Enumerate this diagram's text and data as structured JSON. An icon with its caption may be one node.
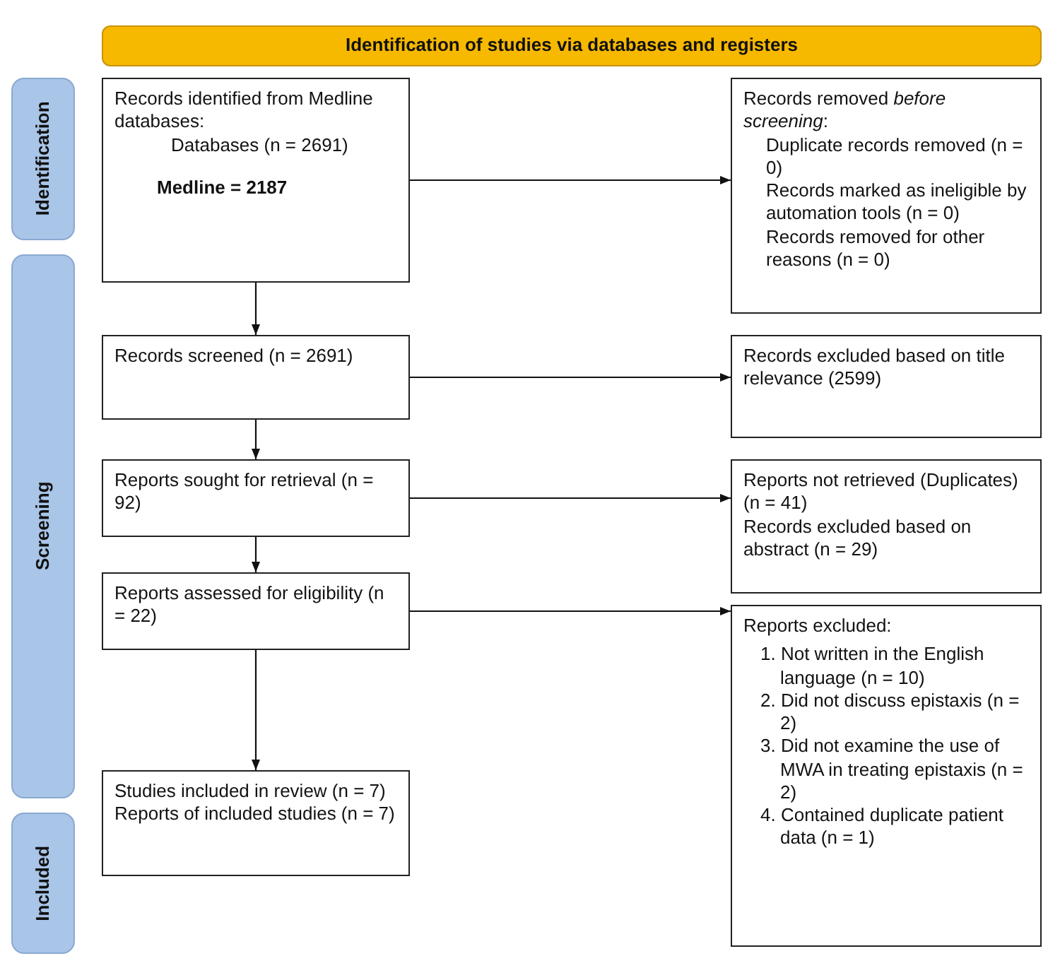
{
  "diagram": {
    "nodes": [
      {
        "text": [
          "Identification of studies via databases and registers"
        ]
      },
      {
        "text": [
          "Identification"
        ]
      },
      {
        "text": [
          "Records identified from Medline databases:",
          "Databases (n = 2691)",
          "Medline = 2187"
        ]
      },
      {
        "text": [
          "Records removed *before screening*:",
          "Duplicate records removed  (n = 0)",
          "Records marked as ineligible by automation tools (n = 0)",
          "Records removed for other reasons (n = 0)"
        ]
      },
      {
        "text": [
          "Screening"
        ]
      },
      {
        "text": [
          "Records screened (n = 2691)"
        ]
      },
      {
        "text": [
          "Records excluded based on title relevance (2599)"
        ]
      },
      {
        "text": [
          "Reports sought for retrieval (n = 92)"
        ]
      },
      {
        "text": [
          "Reports not retrieved (Duplicates) (n = 41)",
          "Records excluded based on abstract (n = 29)"
        ]
      },
      {
        "text": [
          "Reports assessed for eligibility (n = 22)"
        ]
      },
      {
        "text": [
          "Reports excluded:",
          "1. Not written in the English language (n = 10)",
          "2. Did not discuss epistaxis (n = 2)",
          "3. Did not examine the use of MWA in treating epistaxis (n = 2)",
          "4. Contained duplicate patient data (n = 1)"
        ]
      },
      {
        "text": [
          "Included"
        ]
      },
      {
        "text": [
          "Studies included in review (n = 7)",
          "Reports of included studies (n = 7)"
        ]
      }
    ],
    "edges": [
      {
        "from": 2,
        "to": 3,
        "arrow": "to"
      },
      {
        "from": 2,
        "to": 5,
        "arrow": "to"
      },
      {
        "from": 5,
        "to": 6,
        "arrow": "to"
      },
      {
        "from": 5,
        "to": 7,
        "arrow": "to"
      },
      {
        "from": 7,
        "to": 8,
        "arrow": "to"
      },
      {
        "from": 7,
        "to": 9,
        "arrow": "to"
      },
      {
        "from": 9,
        "to": 10,
        "arrow": "to"
      },
      {
        "from": 9,
        "to": 12,
        "arrow": "to"
      }
    ]
  }
}
